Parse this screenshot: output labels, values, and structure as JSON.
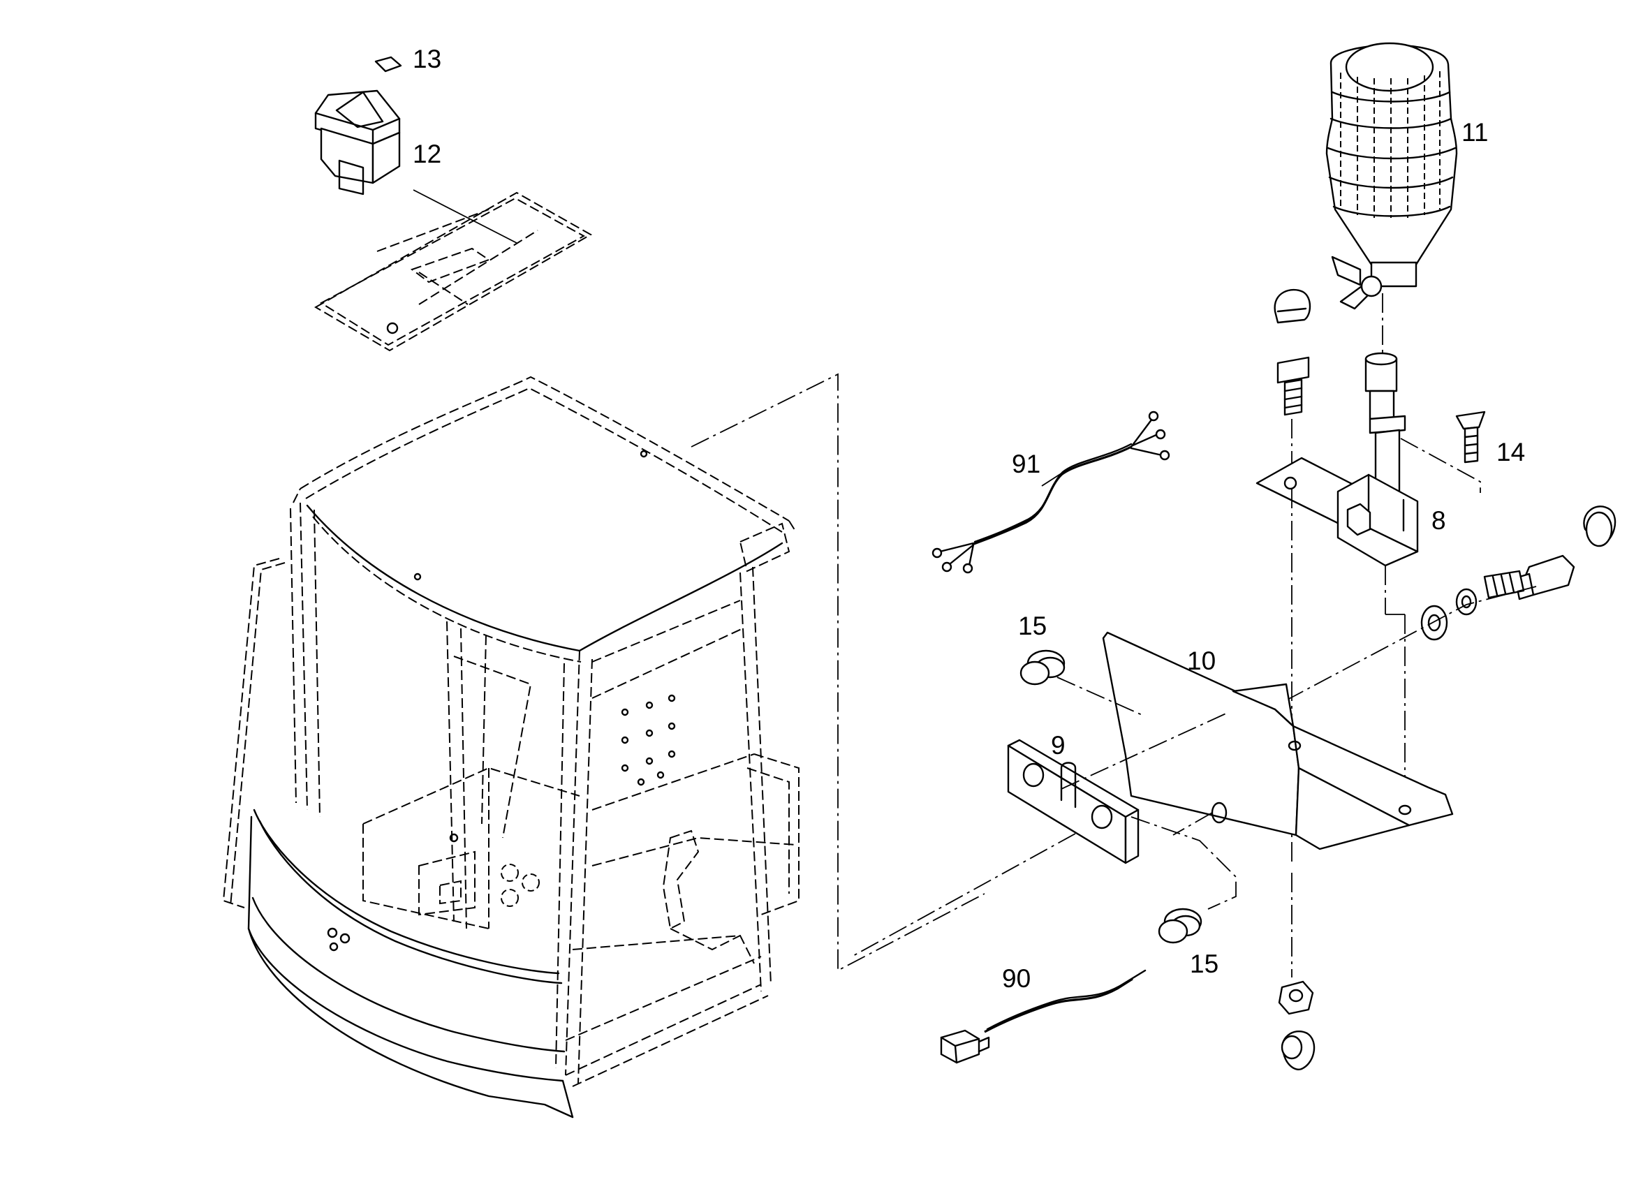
{
  "callouts": {
    "item_13": "13",
    "item_12": "12",
    "item_11": "11",
    "item_14": "14",
    "item_91": "91",
    "item_8": "8",
    "item_15_top": "15",
    "item_10": "10",
    "item_9": "9",
    "item_15_bottom": "15",
    "item_90": "90"
  },
  "line_color": "#000000",
  "background_color": "#ffffff"
}
